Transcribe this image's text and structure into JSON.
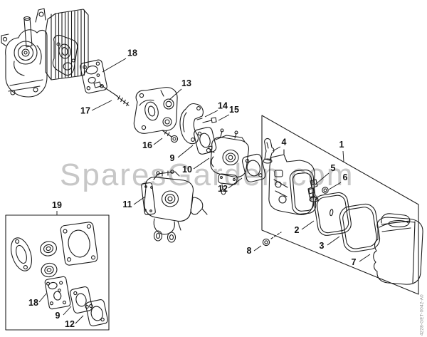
{
  "watermark": {
    "text": "SparesGarden.com",
    "color": "#c7c7c7"
  },
  "drawing_code": "4228-GET-0042-A0",
  "ink": "#1c1c1c",
  "callouts": {
    "c1": "1",
    "c2": "2",
    "c3": "3",
    "c4": "4",
    "c5": "5",
    "c6": "6",
    "c7": "7",
    "c8": "8",
    "c9": "9",
    "c10": "10",
    "c11": "11",
    "c12": "12",
    "c13": "13",
    "c14": "14",
    "c15": "15",
    "c16": "16",
    "c17": "17",
    "c18": "18",
    "c19": "19",
    "kit18": "18",
    "kit9": "9",
    "kit12": "12"
  }
}
